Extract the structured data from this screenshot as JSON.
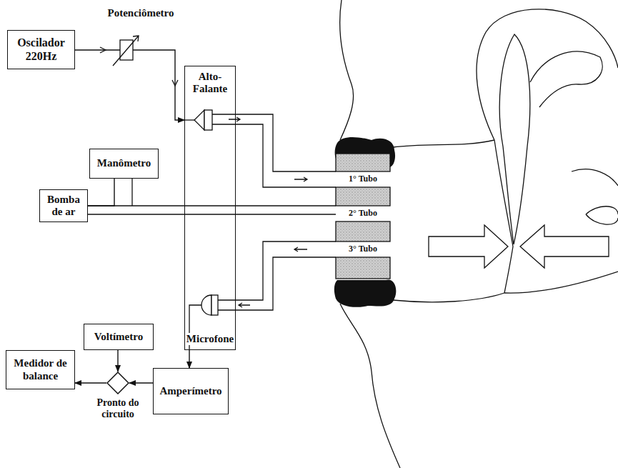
{
  "diagram": {
    "nodes": [
      {
        "text": [
          "Oscilador 220Hz"
        ]
      },
      {
        "text": [
          "Alto-Falante",
          "Microfone"
        ]
      },
      {
        "text": [
          "Manômetro"
        ]
      },
      {
        "text": [
          "Bomba de ar"
        ]
      },
      {
        "text": [
          "Voltímetro"
        ]
      },
      {
        "text": [
          "Medidor de balance"
        ]
      },
      {
        "text": [
          "Pronto do circuito"
        ]
      },
      {
        "text": [
          "Amperímetro"
        ]
      }
    ],
    "edges": [
      {
        "from": 0,
        "to": 1,
        "arrow": "to"
      },
      {
        "from": 2,
        "to": 3,
        "arrow": "none"
      },
      {
        "from": 1,
        "to": 7,
        "arrow": "to"
      },
      {
        "from": 4,
        "to": 6,
        "arrow": "to"
      },
      {
        "from": 7,
        "to": 6,
        "arrow": "to"
      },
      {
        "from": 6,
        "to": 5,
        "arrow": "to"
      }
    ],
    "labels": [
      "Potenciômetro",
      "1° Tubo",
      "2° Tubo",
      "3° Tubo"
    ]
  }
}
